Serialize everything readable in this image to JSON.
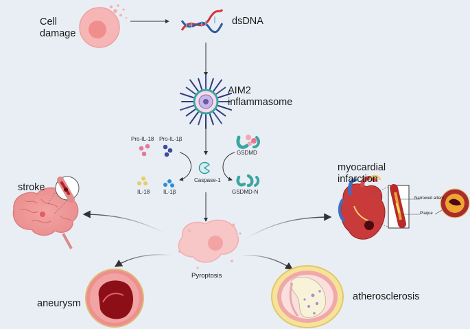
{
  "labels": {
    "cell_damage_1": "Cell",
    "cell_damage_2": "damage",
    "dsdna": "dsDNA",
    "aim2_1": "AIM2",
    "aim2_2": "inflammasome",
    "pro_il18": "Pro-IL-18",
    "pro_il1b": "Pro-IL-1β",
    "gsdmd": "GSDMD",
    "caspase1": "Caspase-1",
    "il18": "IL-18",
    "il1b": "IL-1β",
    "gsdmd_n": "GSDMD-N",
    "pyroptosis": "Pyroptosis",
    "stroke": "stroke",
    "mi_1": "myocardial",
    "mi_2": "infarction",
    "narrowed_artery": "Narrowed artery",
    "plaque": "Plaque",
    "aneurysm": "aneurysm",
    "atherosclerosis": "atherosclerosis"
  },
  "colors": {
    "background": "#e9eef4",
    "cell_pink": "#f6b6b6",
    "nucleus": "#f08e8e",
    "dna_red": "#d8303a",
    "dna_blue": "#2d5d9b",
    "inflammasome_teal": "#3aa6a0",
    "arrow": "#333333"
  }
}
